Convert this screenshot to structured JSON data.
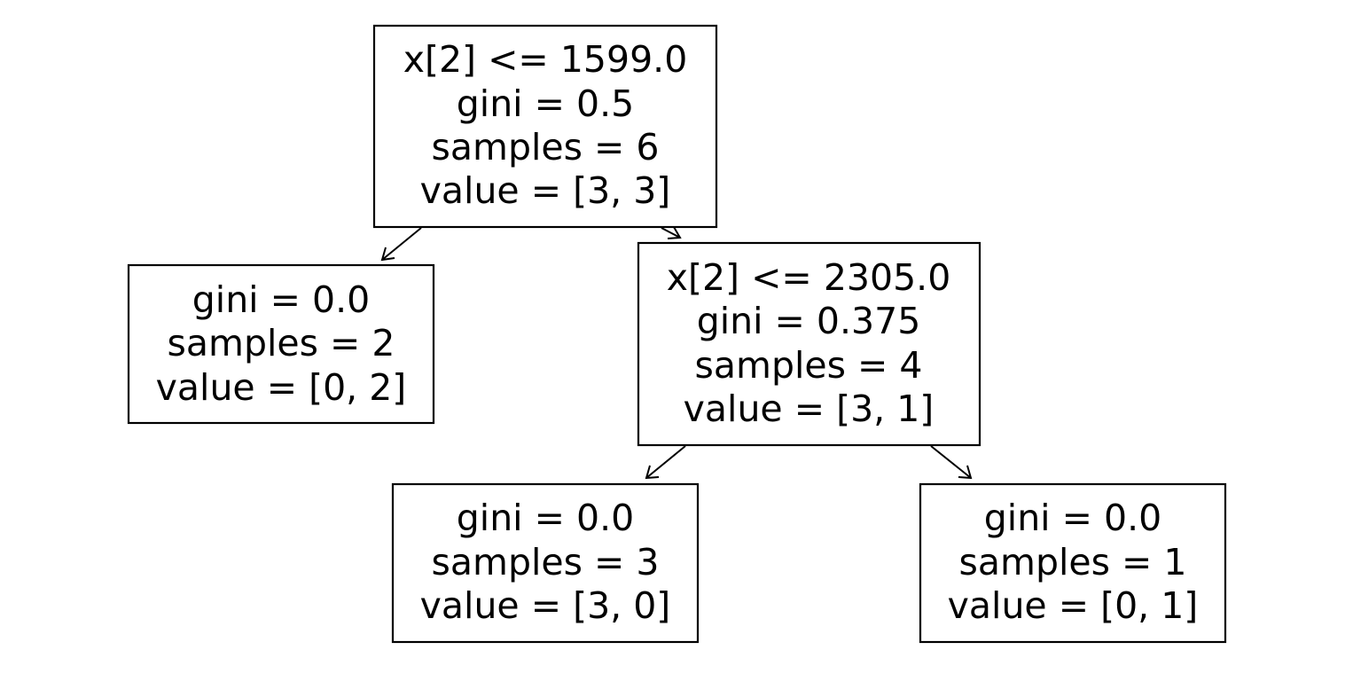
{
  "tree": {
    "nodes": [
      {
        "id": "root",
        "lines": [
          "x[2] <= 1599.0",
          "gini = 0.5",
          "samples = 6",
          "value = [3, 3]"
        ]
      },
      {
        "id": "left-leaf",
        "lines": [
          "gini = 0.0",
          "samples = 2",
          "value = [0, 2]"
        ]
      },
      {
        "id": "split-2",
        "lines": [
          "x[2] <= 2305.0",
          "gini = 0.375",
          "samples = 4",
          "value = [3, 1]"
        ]
      },
      {
        "id": "leaf-3-0",
        "lines": [
          "gini = 0.0",
          "samples = 3",
          "value = [3, 0]"
        ]
      },
      {
        "id": "leaf-0-1",
        "lines": [
          "gini = 0.0",
          "samples = 1",
          "value = [0, 1]"
        ]
      }
    ],
    "edges": [
      {
        "from": "root",
        "to": "left-leaf"
      },
      {
        "from": "root",
        "to": "split-2"
      },
      {
        "from": "split-2",
        "to": "leaf-3-0"
      },
      {
        "from": "split-2",
        "to": "leaf-0-1"
      }
    ]
  }
}
